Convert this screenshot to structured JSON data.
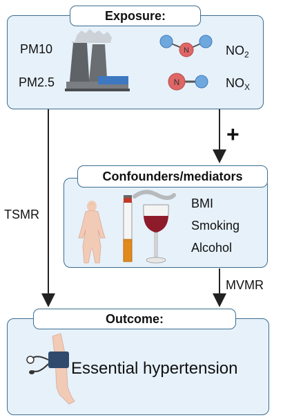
{
  "exposure": {
    "title": "Exposure:",
    "pm10": "PM10",
    "pm25": "PM2.5",
    "no2_main": "NO",
    "no2_sub": "2",
    "nox_main": "NO",
    "nox_sub": "X",
    "no2_atom_n": "N",
    "nox_atom_n": "N"
  },
  "confounders": {
    "title": "Confounders/mediators",
    "items": [
      "BMI",
      "Smoking",
      "Alcohol"
    ]
  },
  "outcome": {
    "title": "Outcome:",
    "label": "Essential hypertension"
  },
  "edges": {
    "tsmr": "TSMR",
    "mvmr": "MVMR",
    "plus": "+"
  },
  "colors": {
    "box_fill": "#e6f1fa",
    "border": "#3b6c8f",
    "oxygen": "#6fa8dc",
    "nitrogen": "#e06666"
  }
}
